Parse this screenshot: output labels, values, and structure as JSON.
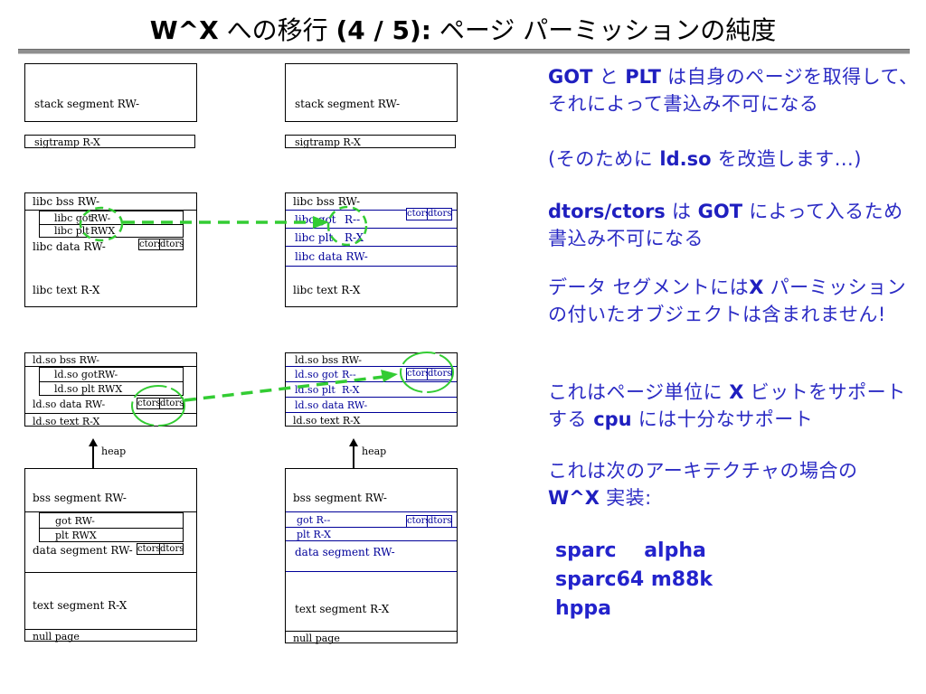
{
  "title": {
    "p1": "W^X",
    "p2": " への移行 ",
    "p3": "(4 / 5):",
    "p4": " ページ パーミッションの純度"
  },
  "labels": {
    "ctors": "ctors",
    "dtors": "dtors",
    "heap": "heap"
  },
  "left": {
    "stack": "stack segment RW-",
    "sigtramp": "sigtramp R-X",
    "libc_bss": "libc bss RW-",
    "libc_got": "libc got",
    "libc_got_perm": "RW-",
    "libc_plt": "libc plt",
    "libc_plt_perm": "RWX",
    "libc_data": "libc data RW-",
    "libc_text": "libc text R-X",
    "ldso_bss": "ld.so bss RW-",
    "ldso_got": "ld.so got",
    "ldso_got_perm": "RW-",
    "ldso_plt": "ld.so plt",
    "ldso_plt_perm": "RWX",
    "ldso_data": "ld.so data RW-",
    "ldso_text": "ld.so text R-X",
    "bss_seg": "bss segment RW-",
    "got": "got RW-",
    "plt": "plt RWX",
    "data_seg": "data segment RW-",
    "text_seg": "text segment R-X",
    "null_page": "null page"
  },
  "right": {
    "stack": "stack segment RW-",
    "sigtramp": "sigtramp R-X",
    "libc_bss": "libc bss RW-",
    "libc_got": "libc got",
    "libc_got_perm": "R--",
    "libc_plt": "libc plt",
    "libc_plt_perm": "R-X",
    "libc_data": "libc data RW-",
    "libc_text": "libc text R-X",
    "ldso_bss": "ld.so bss RW-",
    "ldso_got": "ld.so got",
    "ldso_got_perm": "R--",
    "ldso_plt": "ld.so plt",
    "ldso_plt_perm": "R-X",
    "ldso_data": "ld.so data RW-",
    "ldso_text": "ld.so text R-X",
    "bss_seg": "bss segment RW-",
    "got": "got R--",
    "plt": "plt R-X",
    "data_seg": "data segment RW-",
    "text_seg": "text segment R-X",
    "null_page": "null page"
  },
  "notes": {
    "n1a": "GOT",
    "n1b": " と ",
    "n1c": "PLT",
    "n1d": " は自身のページを取得して、それによって書込み不可になる",
    "n2a": "(そのために ",
    "n2b": "ld.so",
    "n2c": " を改造します...)",
    "n3a": "dtors/ctors",
    "n3b": " は ",
    "n3c": "GOT",
    "n3d": " によって入るため書込み不可になる",
    "n4a": "データ セグメントには",
    "n4b": "X",
    "n4c": " パーミッションの付いたオブジェクトは含まれません!",
    "n5a": "これはページ単位に ",
    "n5b": "X",
    "n5c": " ビットをサポートする ",
    "n5d": "cpu",
    "n5e": " には十分なサポート",
    "n6a": "これは次のアーキテクチャの場合の",
    "n6b": "W^X",
    "n6c": " 実装:",
    "arch1": "sparc    alpha",
    "arch2": "sparc64 m88k",
    "arch3": "hppa"
  },
  "colors": {
    "note_blue": "#2b2bc4",
    "diagram_blue": "#000099",
    "annotation_green": "#33cc33",
    "rule_gray": "#8f8f8f"
  }
}
